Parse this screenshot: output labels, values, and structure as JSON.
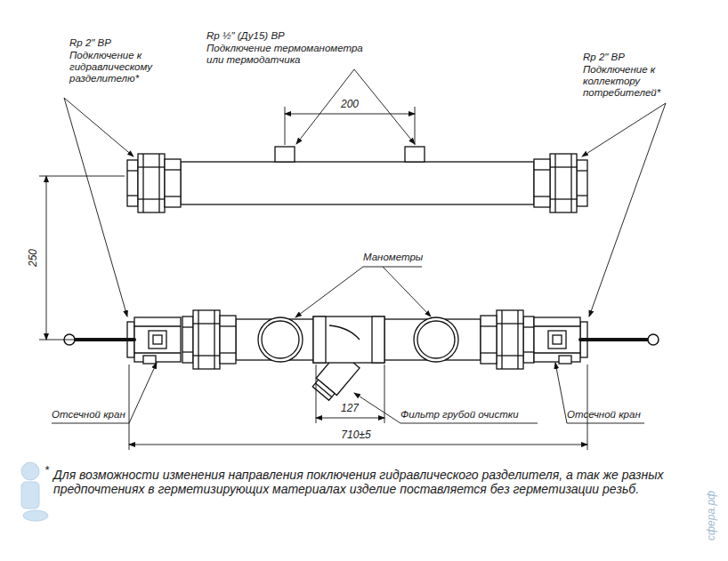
{
  "diagram": {
    "labels": [
      "Rp 2\" ВР",
      "Подключение к гидравлическому разделителю*",
      "Rp ½\" (Ду15) ВР",
      "Подключение термоманометра или термодатчика",
      "200",
      "Rp 2\" ВР",
      "Подключение к коллектору потребителей*",
      "250",
      "Манометры",
      "127",
      "710±5",
      "Отсечной кран",
      "Фильтр грубой очистки",
      "Отсечной кран",
      "*",
      "Для возможности изменения направления поключения гидравлического разделителя, а так же разных предпочтениях в герметизирующих материалах изделие поставляется без герметизации резьб.",
      "сфера.рф"
    ]
  }
}
